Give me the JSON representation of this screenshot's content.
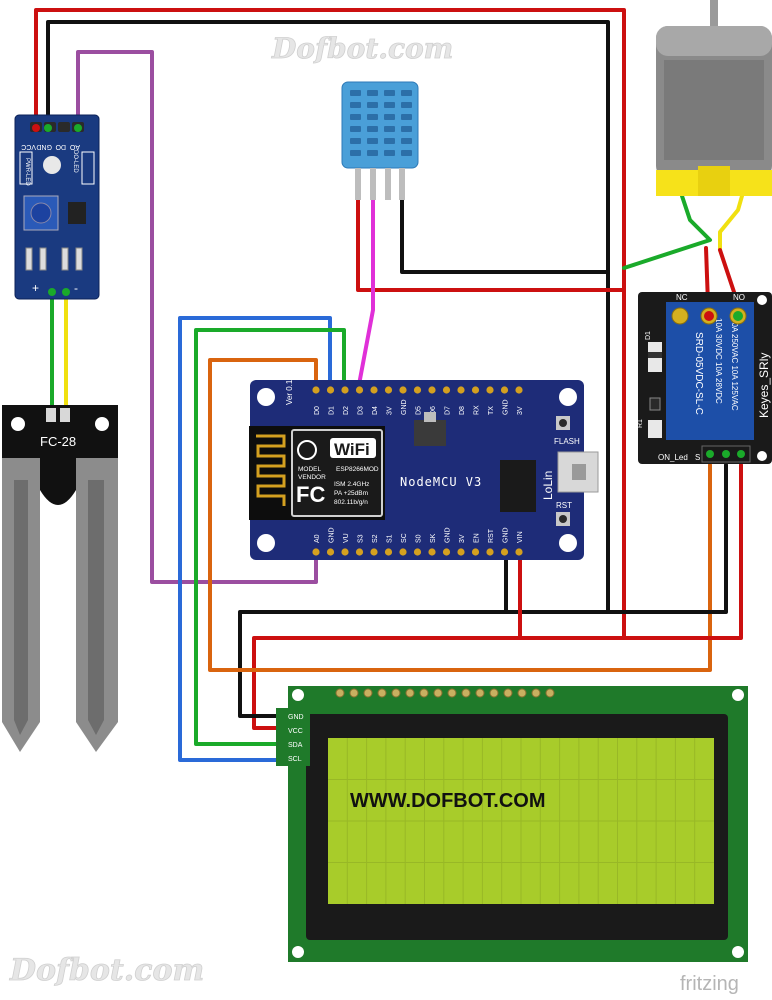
{
  "watermark": {
    "top": "Dofbot.com",
    "bottom": "Dofbot.com"
  },
  "credit": "fritzing",
  "soil_module": {
    "pins": [
      "AO",
      "DO",
      "GND",
      "VCC"
    ],
    "led_labels": [
      "PWR-LED",
      "DO-LED"
    ],
    "output_signs": [
      "+",
      "-"
    ]
  },
  "soil_probe": {
    "label": "FC-28"
  },
  "nodemcu": {
    "title": "NodeMCU V3",
    "maker": "LoLin",
    "version": "Ver 0.1",
    "top_pins": [
      "D0",
      "D1",
      "D2",
      "D3",
      "D4",
      "3V",
      "GND",
      "D5",
      "D6",
      "D7",
      "D8",
      "RX",
      "TX",
      "GND",
      "3V"
    ],
    "bottom_pins": [
      "A0",
      "GND",
      "VU",
      "S3",
      "S2",
      "S1",
      "SC",
      "S0",
      "SK",
      "GND",
      "3V",
      "EN",
      "RST",
      "GND",
      "VIN"
    ],
    "buttons": {
      "flash": "FLASH",
      "reset": "RST"
    },
    "module": {
      "wifi": "WiFi",
      "model_vendor": "MODEL\nVENDOR",
      "chip": "ESP8266MOD",
      "fcc": "FC",
      "spec_lines": [
        "ISM   2.4GHz",
        "PA    +25dBm",
        "802.11b/g/n"
      ]
    }
  },
  "relay": {
    "brand": "Keyes_SRly",
    "pin_labels": {
      "nc": "NC",
      "no": "NO"
    },
    "front_labels": {
      "on_led": "ON_Led",
      "s": "S",
      "d1": "D1",
      "r1": "R1"
    },
    "cube_text": [
      "10A 250VAC  10A 125VAC",
      "10A 30VDC   10A 28VDC",
      "SRD-05VDC-SL-C"
    ]
  },
  "lcd": {
    "text": "WWW.DOFBOT.COM",
    "pins": [
      "GND",
      "VCC",
      "SDA",
      "SCL"
    ]
  },
  "colors": {
    "red": "#cc1010",
    "black": "#111111",
    "purple": "#9b4ea0",
    "green": "#1aaa2a",
    "blue": "#2a6ad8",
    "orange": "#d9640f",
    "magenta": "#e030d8",
    "yellow": "#f0e010",
    "nodemcu_board": "#1e2c78",
    "lcd_board": "#1f7a2a",
    "lcd_screen": "#a8cc2a",
    "relay_board": "#1a1a1a",
    "relay_cube": "#1d4fa8",
    "dht_body": "#4a9fd8",
    "motor_band": "#f6e21a"
  }
}
